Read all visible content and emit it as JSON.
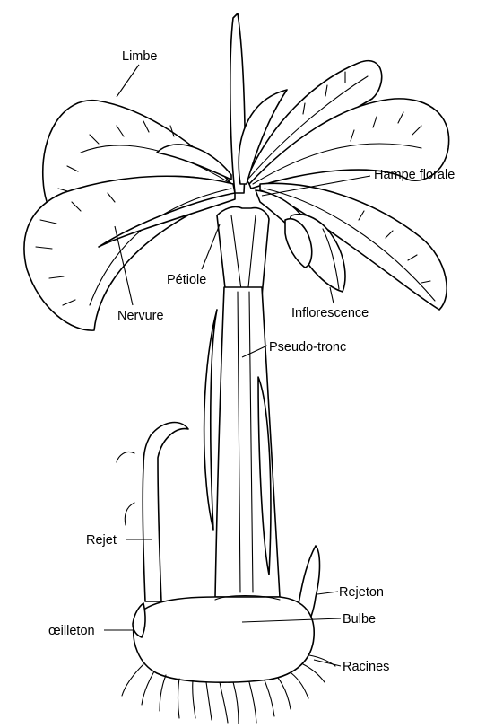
{
  "labels": {
    "limbe": "Limbe",
    "hampe_florale": "Hampe florale",
    "petiole": "Pétiole",
    "nervure": "Nervure",
    "inflorescence": "Inflorescence",
    "pseudo_tronc": "Pseudo-tronc",
    "rejet": "Rejet",
    "rejeton": "Rejeton",
    "oeilleton": "œilleton",
    "bulbe": "Bulbe",
    "racines": "Racines"
  }
}
